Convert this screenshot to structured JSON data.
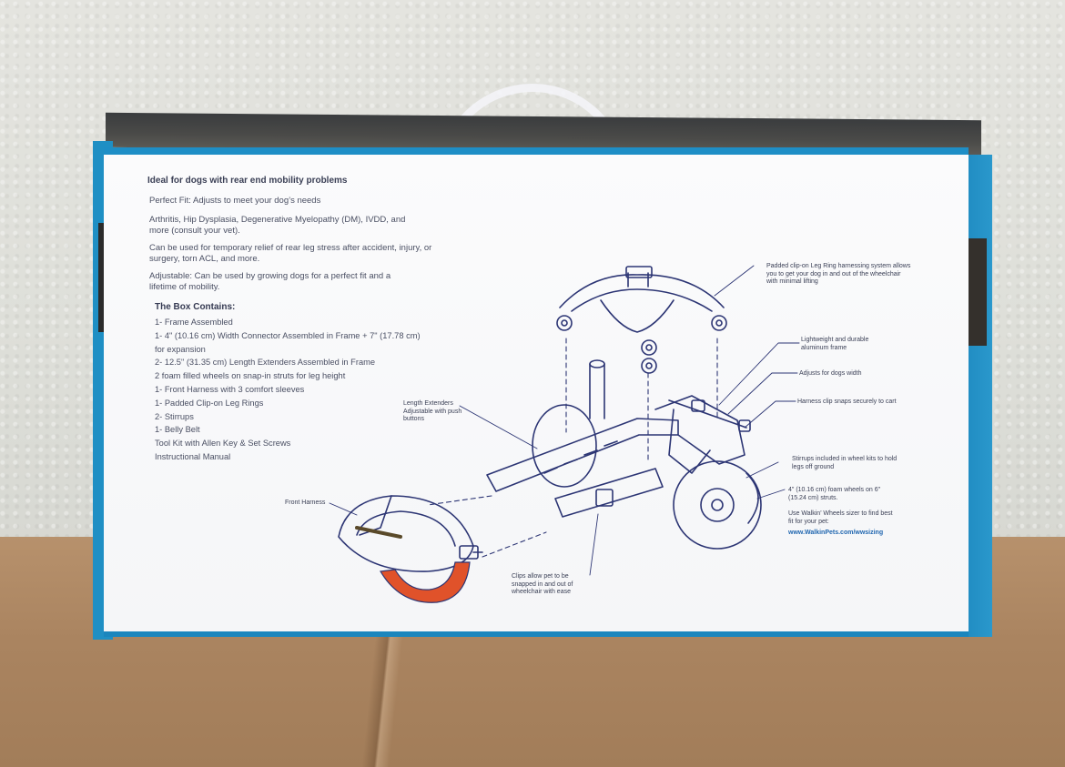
{
  "box": {
    "heading": "Ideal for dogs with rear end mobility problems",
    "paragraphs": [
      "Perfect Fit: Adjusts to meet your dog’s needs",
      "Arthritis, Hip Dysplasia, Degenerative Myelopathy (DM), IVDD, and more (consult your vet).",
      "Can be used for temporary relief of rear leg stress after accident, injury, or surgery, torn ACL, and more.",
      "Adjustable: Can be used by growing dogs for a perfect fit and a lifetime of mobility."
    ],
    "contents_title": "The Box Contains:",
    "contents": [
      "1- Frame Assembled",
      "1- 4\" (10.16 cm) Width Connector Assembled in Frame + 7\" (17.78 cm)",
      "for expansion",
      "2- 12.5\" (31.35 cm) Length Extenders Assembled in Frame",
      "2 foam filled wheels on snap-in struts for leg height",
      "1- Front Harness with 3 comfort sleeves",
      "1- Padded Clip-on Leg Rings",
      "2- Stirrups",
      "1- Belly Belt",
      "Tool Kit with Allen Key & Set Screws",
      "Instructional Manual"
    ]
  },
  "callouts": {
    "leg_ring": "Padded clip-on Leg Ring harnessing system allows you to get your dog in and out of the wheelchair with minimal lifting",
    "frame": "Lightweight and durable aluminum frame",
    "width": "Adjusts for dogs width",
    "harness_clip": "Harness clip snaps securely to cart",
    "length_extenders": "Length Extenders Adjustable with push buttons",
    "stirrups": "Stirrups included in wheel kits to hold legs off ground",
    "wheels": "4\" (10.16 cm) foam wheels on 6\" (15.24 cm) struts.",
    "sizer": "Use Walkin’ Wheels sizer to find best fit for your pet:",
    "sizer_url": "www.WalkinPets.com/wwsizing",
    "front_harness": "Front Harness",
    "clips": "Clips allow pet to be snapped in and out of wheelchair with ease"
  },
  "colors": {
    "box_blue": "#1e8ec6",
    "diagram_navy": "#2c3574",
    "harness_orange": "#e0522a"
  }
}
